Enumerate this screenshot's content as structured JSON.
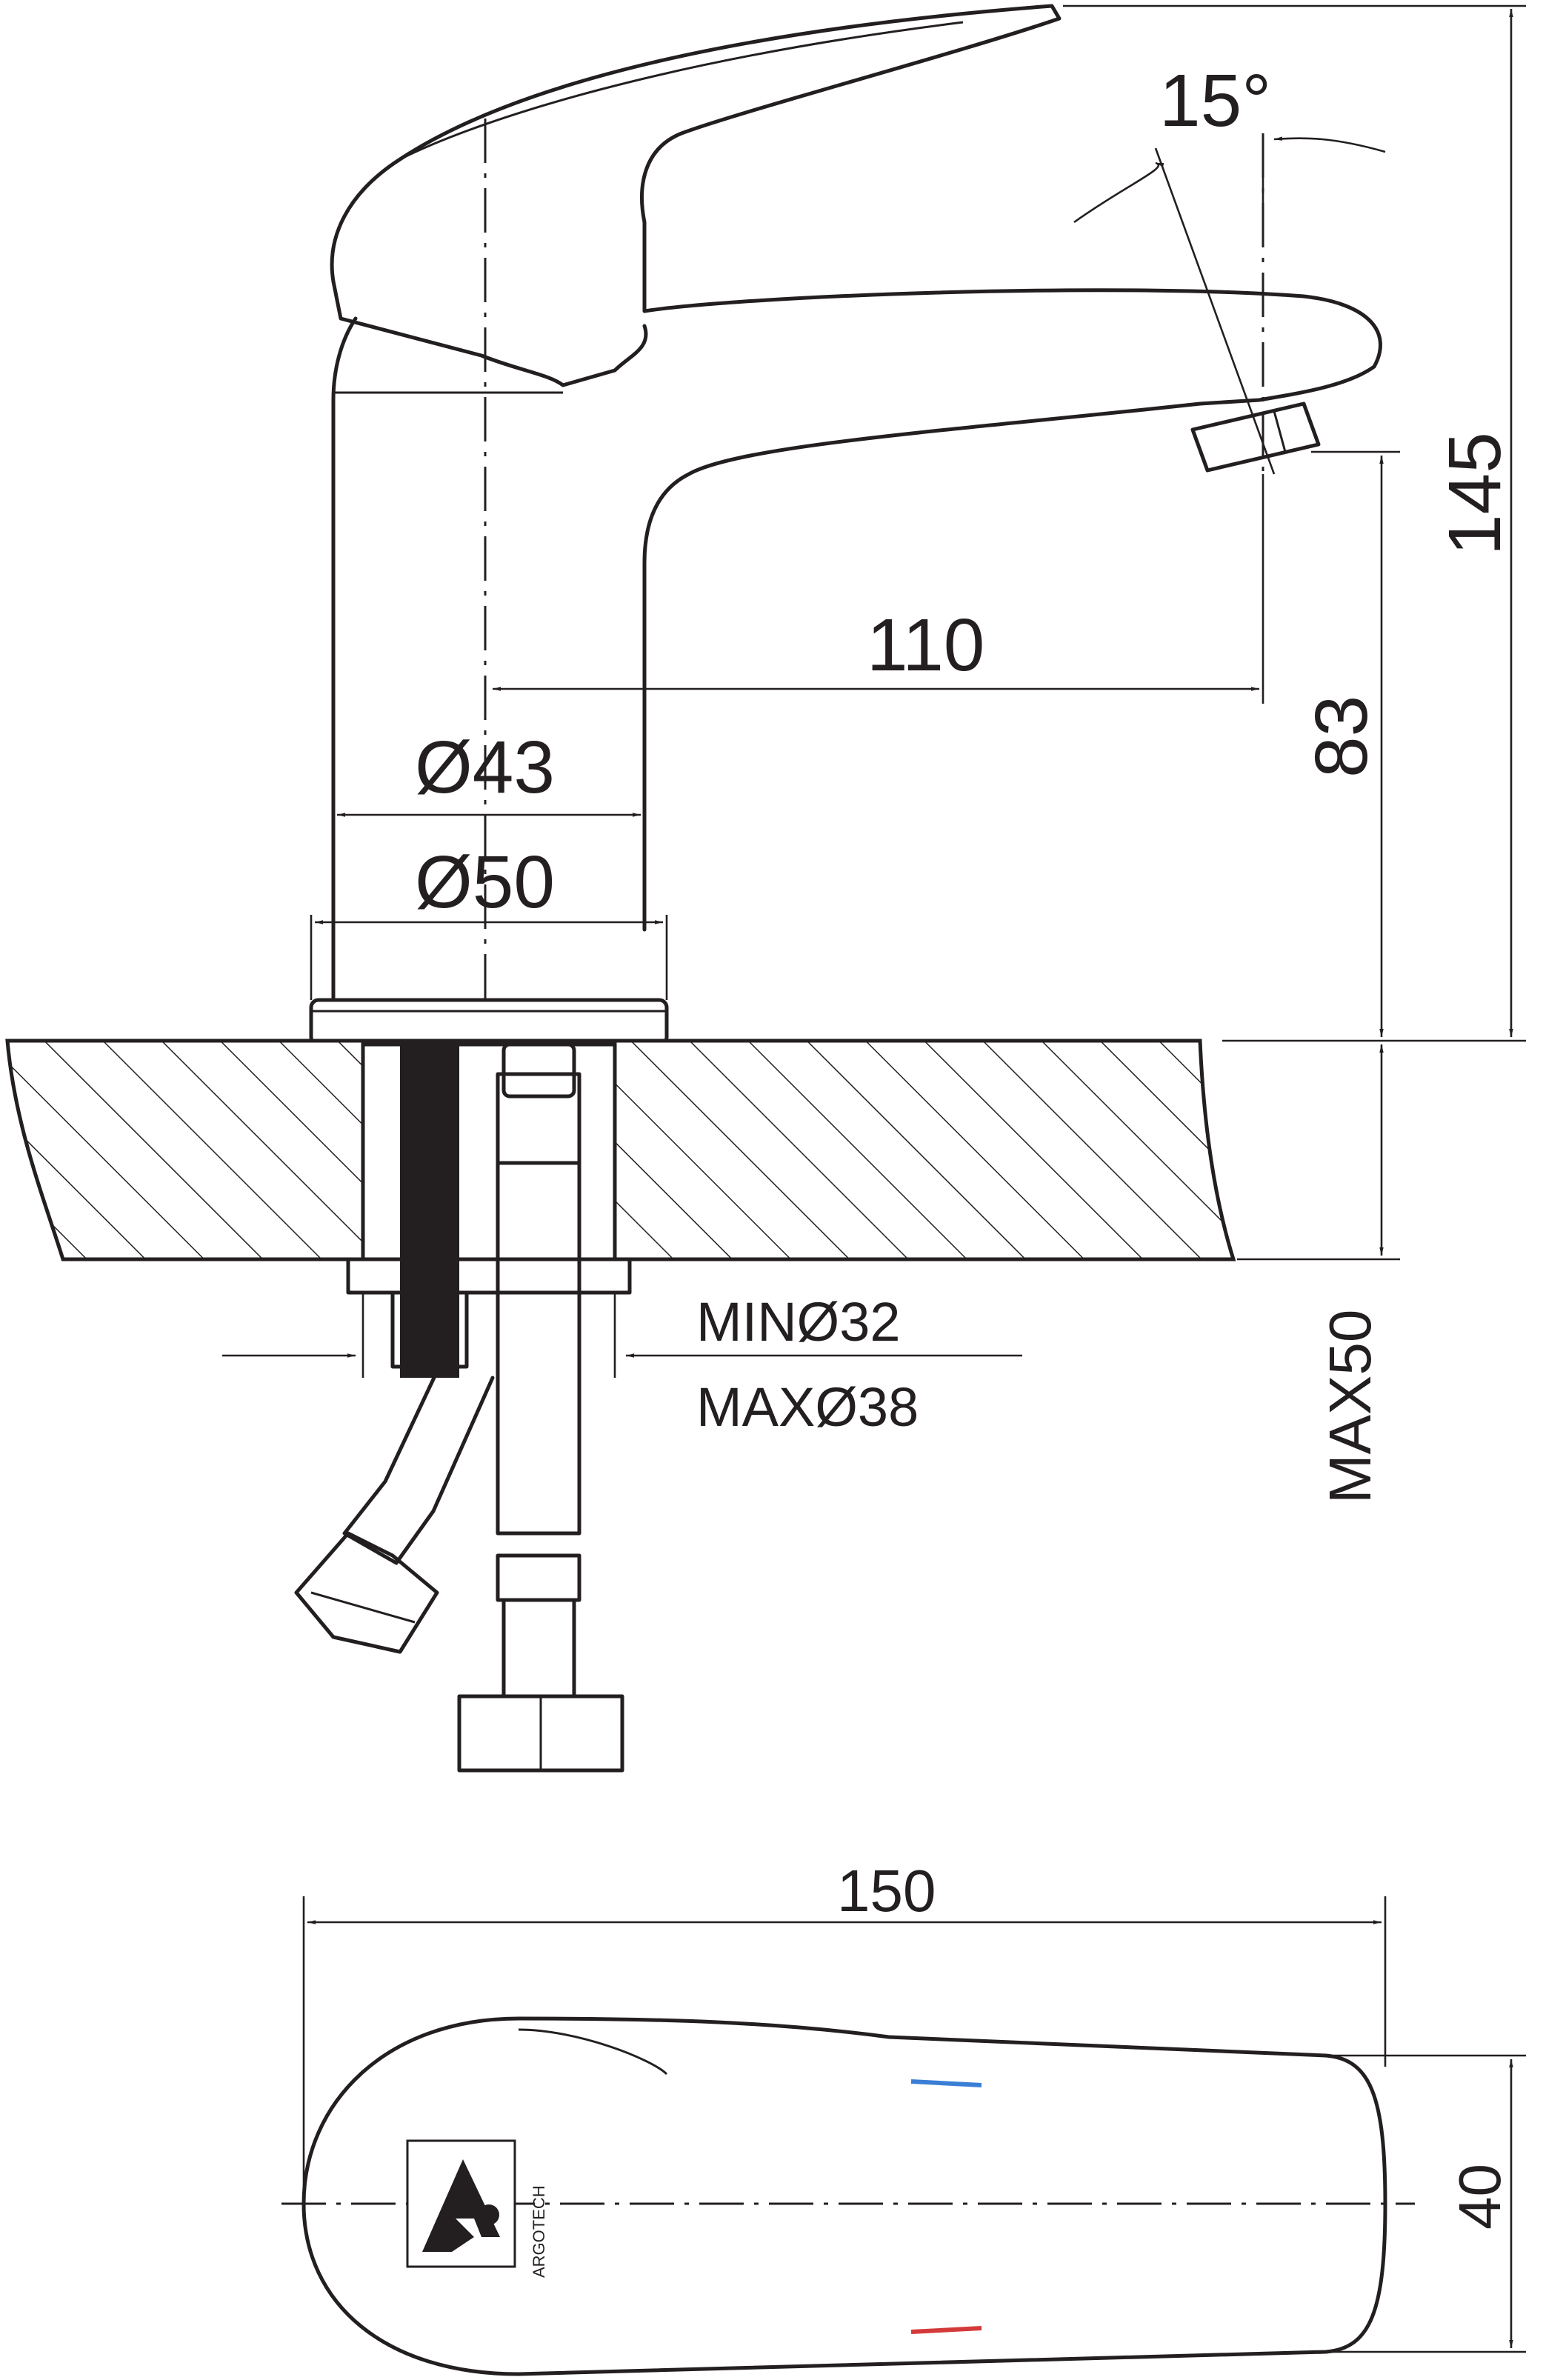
{
  "dimensions": {
    "angle": "15°",
    "spout_reach": "110",
    "body_diameter": "Ø43",
    "base_diameter": "Ø50",
    "total_height": "145",
    "spout_height": "83",
    "counter_thickness": "MAX50",
    "hole_min": "MINØ32",
    "hole_max": "MAXØ38",
    "length": "150",
    "width": "40"
  },
  "logo": {
    "brand": "ARGOTECH"
  },
  "colors": {
    "line": "#231f20",
    "cold_mark": "#3a7fd5",
    "hot_mark": "#d43a3a"
  }
}
